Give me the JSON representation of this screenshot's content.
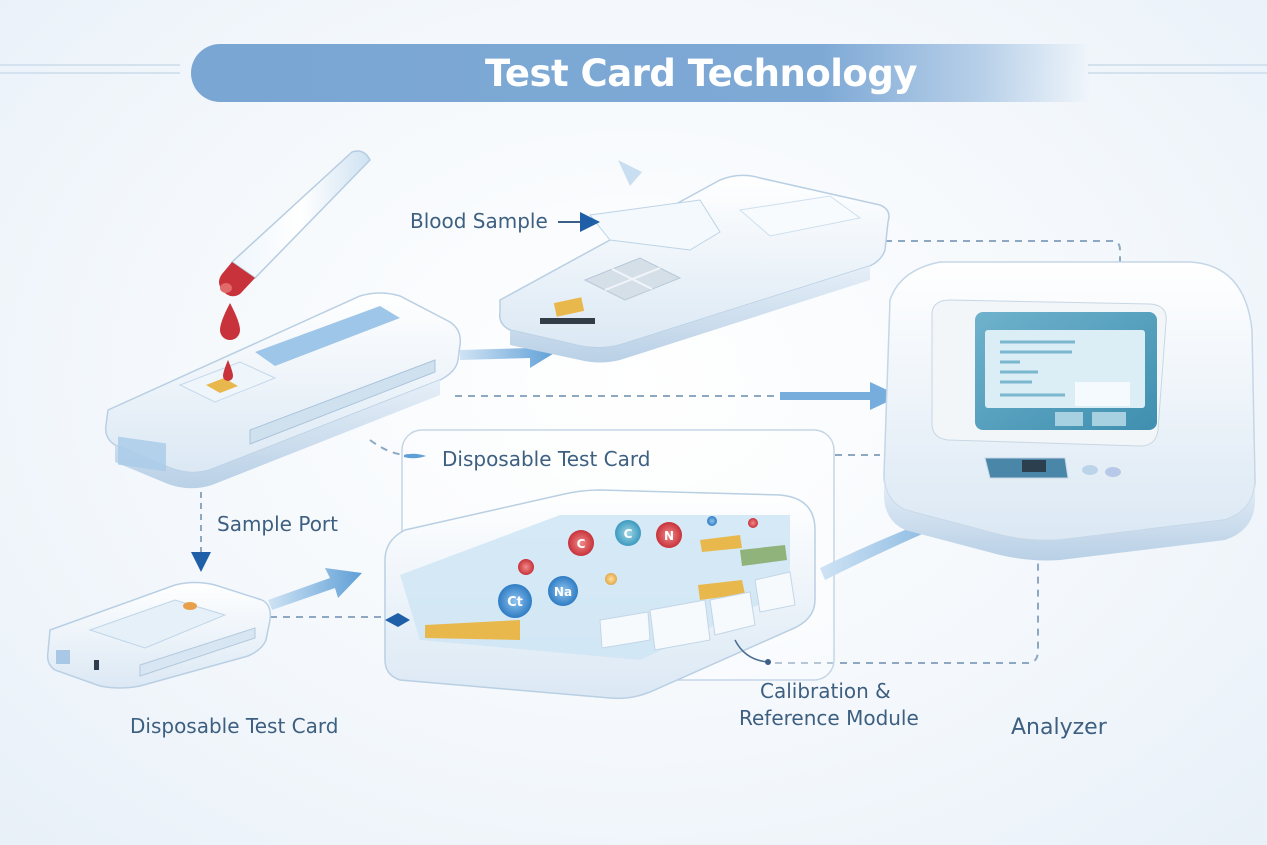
{
  "title": "Test Card Technology",
  "labels": {
    "blood_sample": "Blood Sample",
    "disposable_card_center": "Disposable Test Card",
    "sample_port": "Sample Port",
    "disposable_card_bottom": "Disposable Test Card",
    "calibration_line1": "Calibration &",
    "calibration_line2": "Reference Module",
    "analyzer": "Analyzer"
  },
  "ions": [
    "C",
    "C",
    "N",
    "Na",
    "Ct"
  ],
  "colors": {
    "title_bar": "#7aa6d4",
    "label_text": "#3d5f80",
    "blood_red": "#c8323a",
    "arrow_blue": "#5f9fd6",
    "sensor_yellow": "#e9b84c",
    "sensor_green": "#8fb37a"
  }
}
